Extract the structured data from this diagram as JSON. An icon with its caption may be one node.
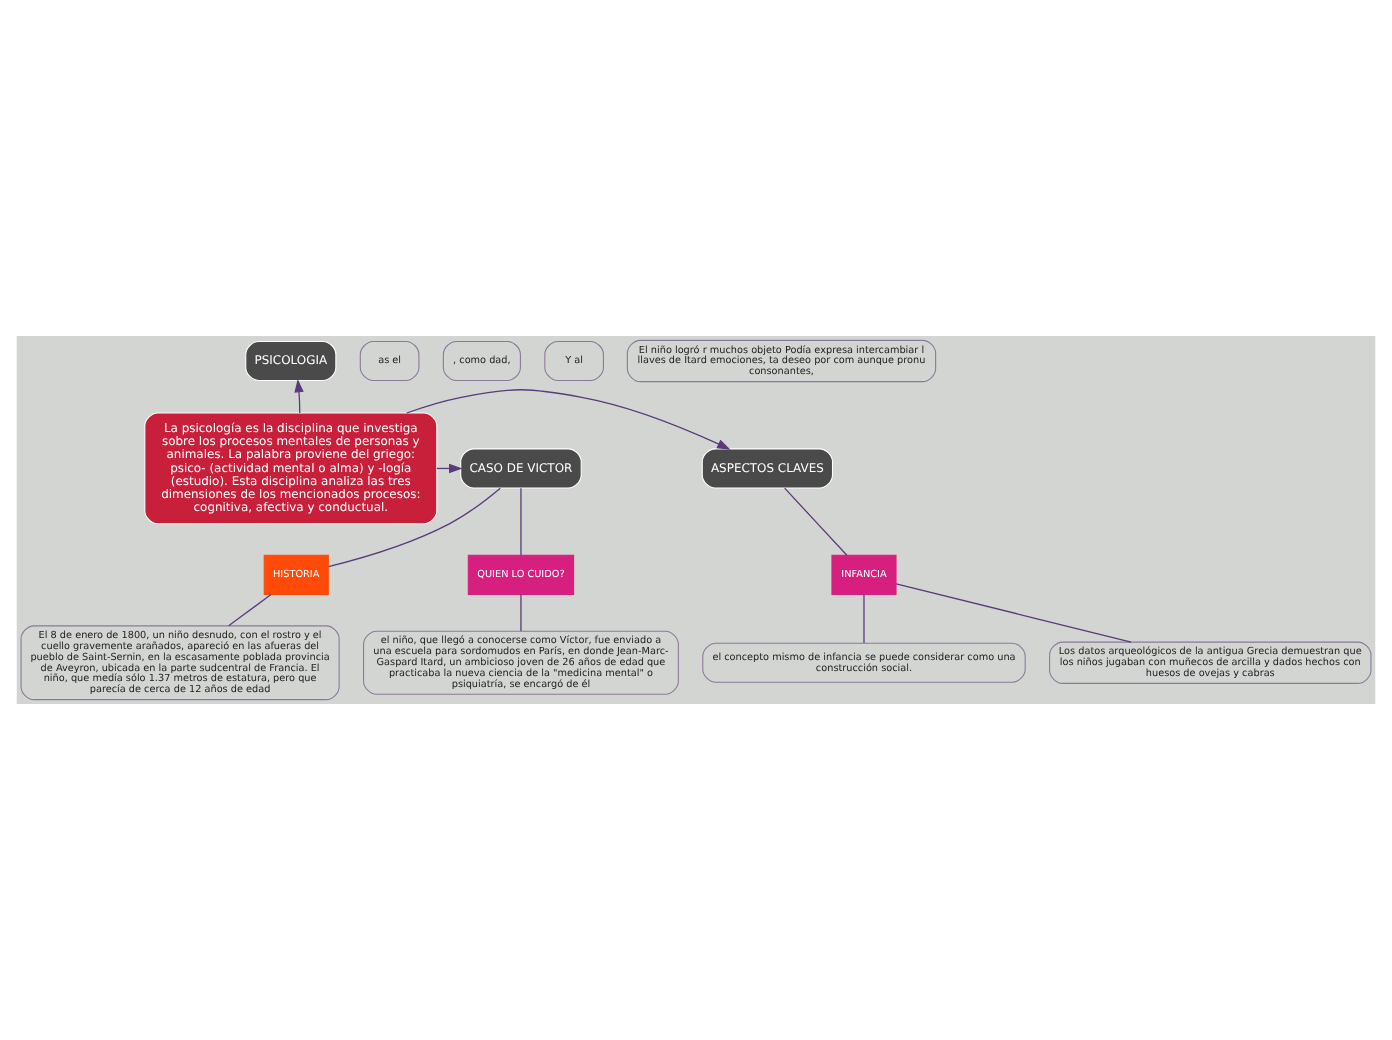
{
  "diagram": {
    "nodes": [
      {
        "text": [
          "PSICOLOGIA"
        ]
      },
      {
        "text": [
          "La psicología es la disciplina que investiga sobre los procesos mentales de personas y animales. La palabra proviene del griego: psico- (actividad mental o alma) y -logía (estudio). Esta disciplina analiza las tres dimensiones de los mencionados procesos: cognitiva, afectiva y conductual."
        ]
      },
      {
        "text": [
          "ASPECTOS CLAVES"
        ]
      },
      {
        "text": [
          "CASO DE VICTOR"
        ]
      },
      {
        "text": [
          "INFANCIA"
        ]
      },
      {
        "text": [
          "HISTORIA"
        ]
      },
      {
        "text": [
          "QUIEN LO CUIDO?"
        ]
      },
      {
        "text": [
          "as el"
        ]
      },
      {
        "text": [
          ", como dad,"
        ]
      },
      {
        "text": [
          "Y al"
        ]
      },
      {
        "text": [
          "el concepto mismo de infancia se puede considerar como una construcción social."
        ]
      },
      {
        "text": [
          "Los datos arqueológicos de la antigua Grecia demuestran que los niños jugaban con muñecos de arcilla y dados hechos con huesos de ovejas y cabras"
        ]
      },
      {
        "text": [
          "El 8 de enero de 1800, un niño desnudo, con el rostro y el cuello gravemente arañados, apareció en las afueras del pueblo de Saint-Sernin, en la escasamente poblada provincia de Aveyron, ubicada en la parte sudcentral de Francia. El niño, que medía sólo 1.37 metros de estatura, pero que parecía de cerca de 12 años de edad"
        ]
      },
      {
        "text": [
          "el niño, que llegó a conocerse como Víctor, fue enviado a una escuela para sordomudos en París, en donde Jean-Marc-Gaspard Itard, un ambicioso joven de 26 años de edad que practicaba la nueva ciencia de la \"medicina mental\" o psiquiatría, se encargó de él"
        ]
      },
      {
        "text": [
          "El niño logró r muchos objeto Podía expresa intercambiar l llaves de Itard emociones, ta deseo por com aunque pronu consonantes,"
        ]
      }
    ],
    "edges": [
      {
        "from": 1,
        "to": 0,
        "arrow": "to"
      },
      {
        "from": 1,
        "to": 2,
        "arrow": "to"
      },
      {
        "from": 1,
        "to": 3,
        "arrow": "to"
      },
      {
        "from": 2,
        "to": 4,
        "arrow": "none"
      },
      {
        "from": 3,
        "to": 5,
        "arrow": "none"
      },
      {
        "from": 3,
        "to": 6,
        "arrow": "none"
      },
      {
        "from": 4,
        "to": 10,
        "arrow": "none"
      },
      {
        "from": 4,
        "to": 11,
        "arrow": "none"
      },
      {
        "from": 5,
        "to": 12,
        "arrow": "none"
      },
      {
        "from": 6,
        "to": 13,
        "arrow": "none"
      }
    ]
  }
}
